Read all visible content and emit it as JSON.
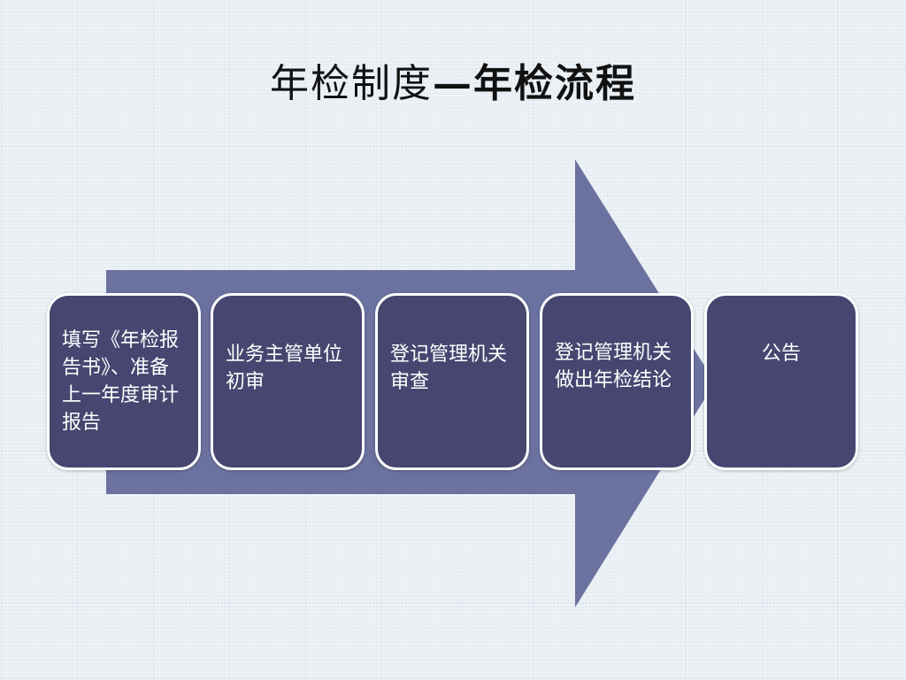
{
  "title": {
    "part1": "年检制度",
    "part2": "—年检流程"
  },
  "steps": [
    {
      "label": "填写《年检报告书》、准备上一年度审计报告"
    },
    {
      "label": "业务主管单位初审"
    },
    {
      "label": "登记管理机关审查"
    },
    {
      "label": "登记管理机关做出年检结论"
    },
    {
      "label": "公告"
    }
  ],
  "colors": {
    "background": "#e6edf3",
    "arrow": "#6b729f",
    "box_fill": "#464670",
    "box_border": "#ffffff",
    "box_text": "#ffffff"
  }
}
